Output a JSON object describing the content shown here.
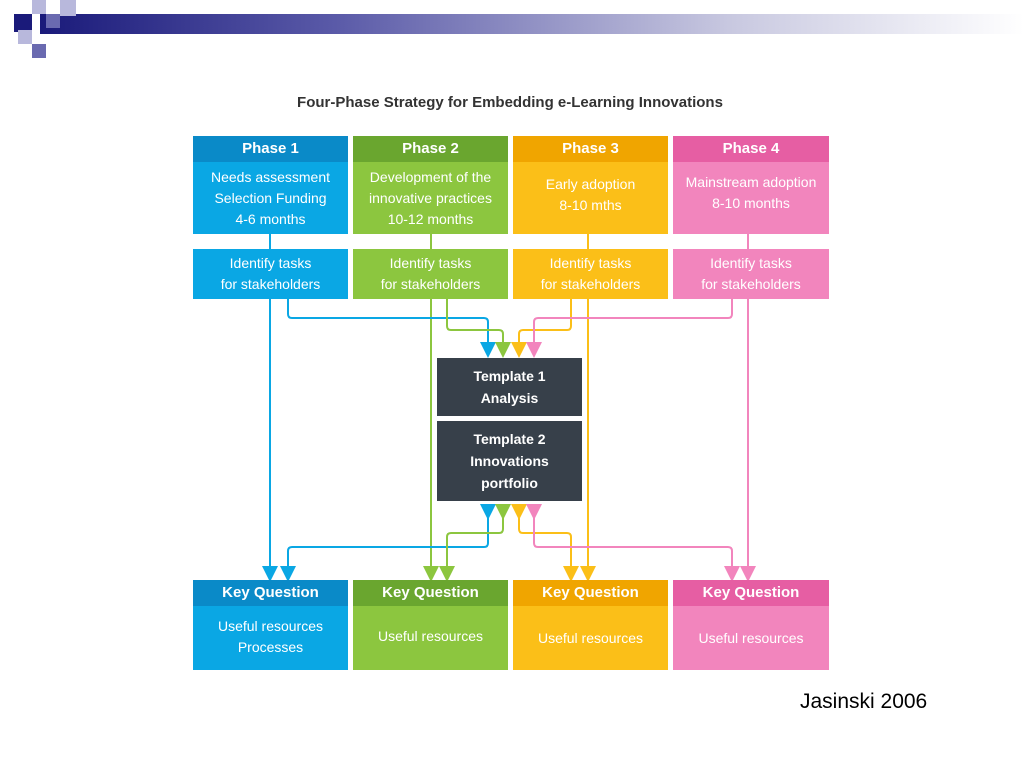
{
  "title": "Four-Phase Strategy for Embedding e-Learning Innovations",
  "credit": "Jasinski 2006",
  "colors": {
    "phase1": "#0aa7e4",
    "phase1_dark": "#0a8ac8",
    "phase2": "#8cc63f",
    "phase2_dark": "#6aa62f",
    "phase3": "#fbbf18",
    "phase3_dark": "#f0a500",
    "phase4": "#f285bd",
    "phase4_dark": "#e65ea3",
    "template": "#37404a"
  },
  "phases": [
    {
      "head": "Phase 1",
      "body": "Needs assessment\nSelection Funding\n4-6 months"
    },
    {
      "head": "Phase 2",
      "body": "Development of the\ninnovative practices\n10-12 months"
    },
    {
      "head": "Phase 3",
      "body": "Early adoption\n8-10 mths"
    },
    {
      "head": "Phase 4",
      "body": "Mainstream adoption\n8-10 months"
    }
  ],
  "tasks": [
    "Identify tasks\nfor stakeholders",
    "Identify tasks\nfor stakeholders",
    "Identify tasks\nfor stakeholders",
    "Identify tasks\nfor stakeholders"
  ],
  "templates": [
    "Template 1\nAnalysis",
    "Template 2\nInnovations\nportfolio"
  ],
  "questions": [
    {
      "head": "Key Question",
      "body": "Useful resources\nProcesses"
    },
    {
      "head": "Key Question",
      "body": "Useful resources"
    },
    {
      "head": "Key Question",
      "body": "Useful resources"
    },
    {
      "head": "Key Question",
      "body": "Useful resources"
    }
  ]
}
